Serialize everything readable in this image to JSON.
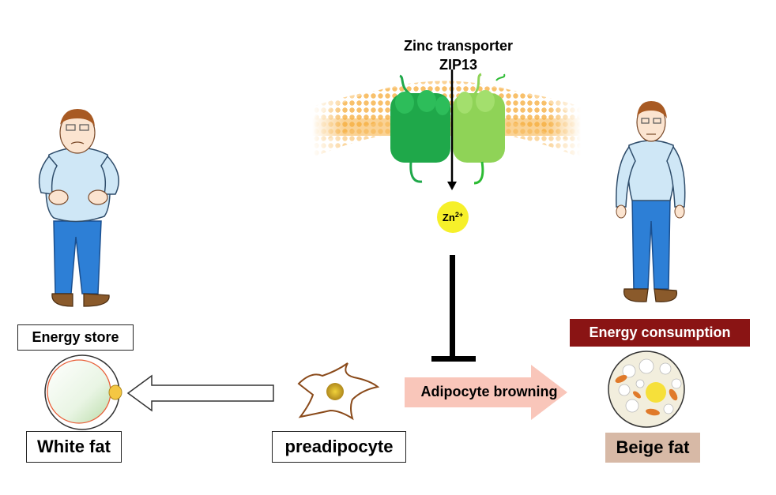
{
  "transporter": {
    "line1": "Zinc transporter",
    "line2": "ZIP13"
  },
  "ion": {
    "base": "Zn",
    "charge": "2+"
  },
  "labels": {
    "energy_store": "Energy store",
    "white_fat": "White fat",
    "preadipocyte": "preadipocyte",
    "energy_consumption": "Energy consumption",
    "beige_fat": "Beige fat",
    "adipocyte_browning": "Adipocyte browning"
  },
  "colors": {
    "membrane": "#f6ad3d",
    "protein_dark": "#1fa84a",
    "protein_light": "#8fd357",
    "zinc": "#f6f02a",
    "energy_consumption_bg": "#8a1414",
    "beige_fat_bg": "#d7b9a6",
    "browning_arrow": "#f9c6ba",
    "shirt": "#cfe7f6",
    "pants": "#2d7fd6",
    "hair": "#a85a23",
    "shoes": "#8a5a2b"
  }
}
